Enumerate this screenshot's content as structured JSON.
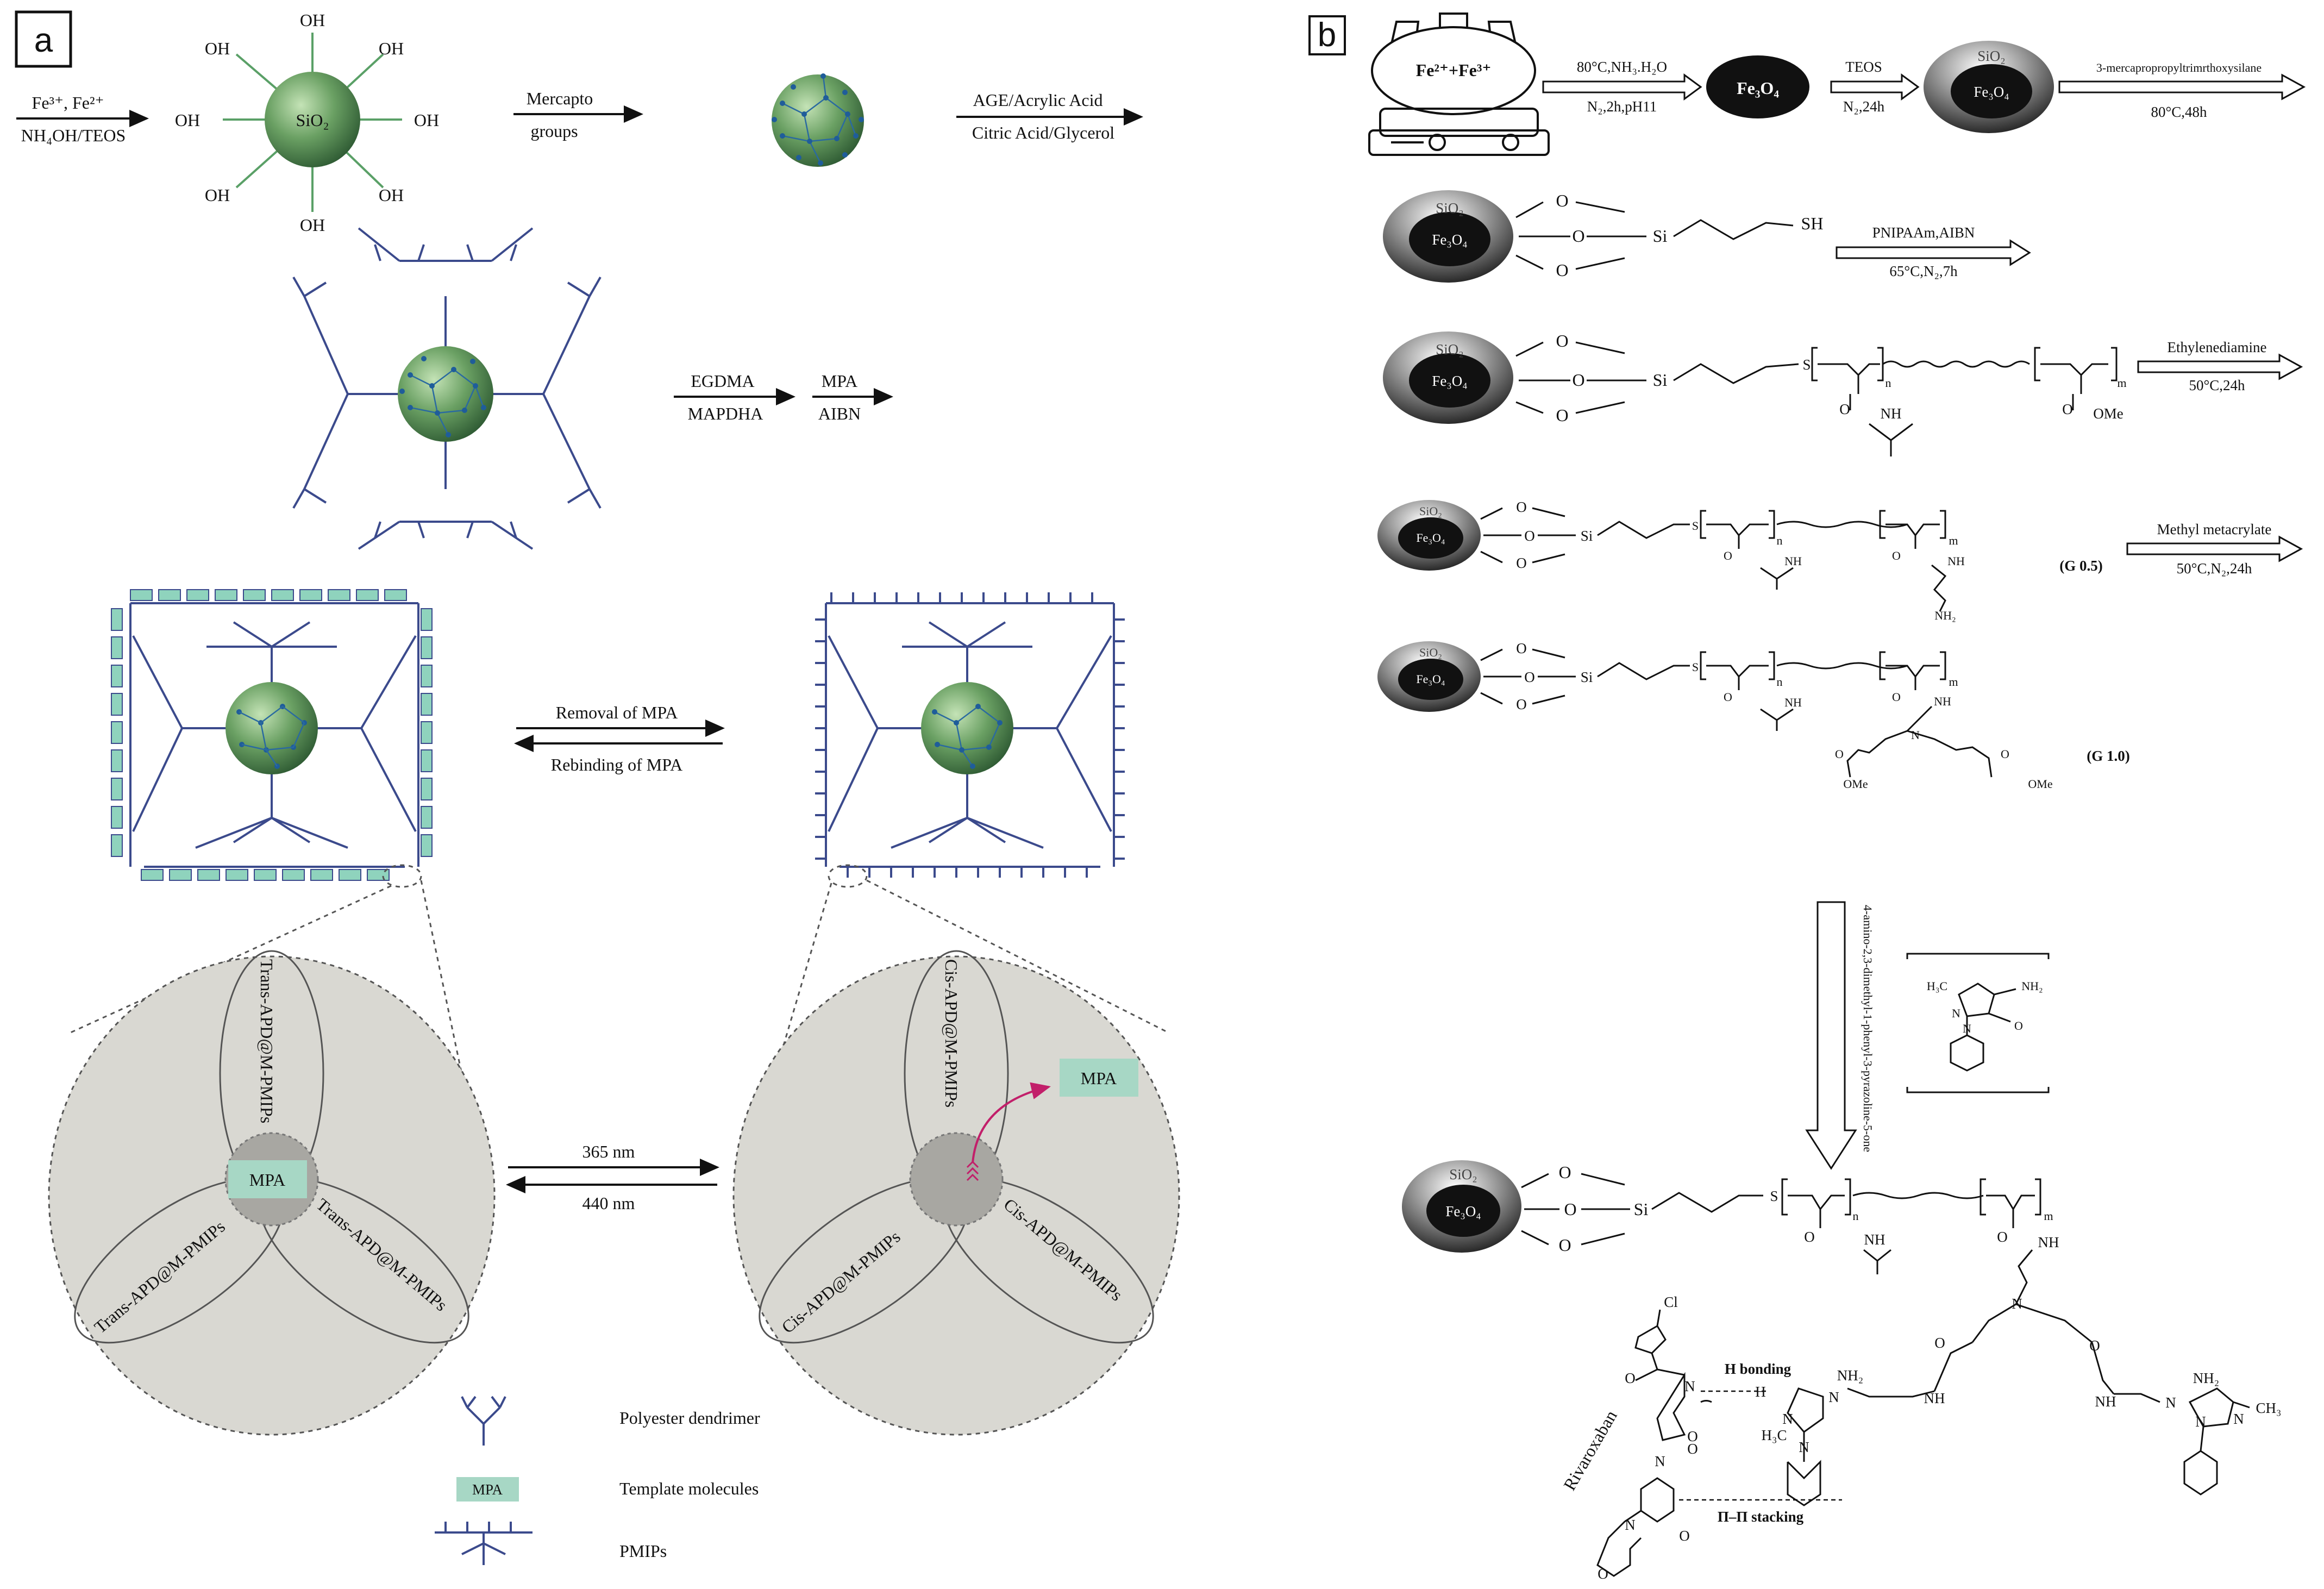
{
  "colors": {
    "dendrimer": "#3b4a8c",
    "template": "#8fd3bd",
    "sphere": "#5f9a5a",
    "zoomFill": "#d9d8d2",
    "mpaFill": "#a7d7c5",
    "arrowPink": "#c21f6a",
    "black": "#111111"
  },
  "panel_a": {
    "tag": "a",
    "reagents1_top": "Fe³⁺, Fe²⁺",
    "reagents1_bottom": "NH₄OH/TEOS",
    "core_label": "SiO₂",
    "oh": "OH",
    "step2_top": "Mercapto",
    "step2_bottom": "groups",
    "step3_top": "AGE/Acrylic Acid",
    "step3_bottom": "Citric Acid/Glycerol",
    "step4_top1": "EGDMA",
    "step4_bottom1": "MAPDHA",
    "step4_top2": "MPA",
    "step4_bottom2": "AIBN",
    "removal": "Removal of MPA",
    "rebinding": "Rebinding of MPA",
    "trans_label": "Trans-APD@M-PMIPs",
    "cis_label": "Cis-APD@M-PMIPs",
    "mpa": "MPA",
    "light1": "365 nm",
    "light2": "440 nm",
    "legend": [
      {
        "icon": "dendrimer-icon",
        "label": "Polyester dendrimer"
      },
      {
        "icon": "template-icon",
        "label": "Template molecules",
        "icon_text": "MPA"
      },
      {
        "icon": "pmip-icon",
        "label": "PMIPs"
      }
    ]
  },
  "panel_b": {
    "tag": "b",
    "ion_label": "Fe²⁺+Fe³⁺",
    "step1_top": "80°C,NH₃.H₂O",
    "step1_bottom": "N₂,2h,pH11",
    "fe3o4": "Fe₃O₄",
    "sio2": "SiO₂",
    "step2_top": "TEOS",
    "step2_bottom": "N₂,24h",
    "step3_top": "3-mercapropropyltrimrthoxysilane",
    "step3_bottom": "80°C,48h",
    "o": "O",
    "si": "Si",
    "sh": "SH",
    "s": "S",
    "nh": "NH",
    "nh2": "NH₂",
    "n": "N",
    "ome": "OMe",
    "sub_n": "n",
    "sub_m": "m",
    "step4_top": "PNIPAAm,AIBN",
    "step4_bottom": "65°C,N₂,7h",
    "step5_top": "Ethylenediamine",
    "step5_bottom": "50°C,24h",
    "g05": "(G 0.5)",
    "step6_top": "Methyl metacrylate",
    "step6_bottom": "50°C,N₂,24h",
    "g10": "(G 1.0)",
    "vertical_reagent": "4-amino-2,3-dimethyl-1-phenyl-3-pyrazoline-5-one",
    "h3c": "H₃C",
    "ch3": "CH₃",
    "cl": "Cl",
    "h": "H",
    "h_bonding": "H bonding",
    "pi_stacking": "Π–Π stacking",
    "rivaroxaban": "Rivaroxaban"
  }
}
